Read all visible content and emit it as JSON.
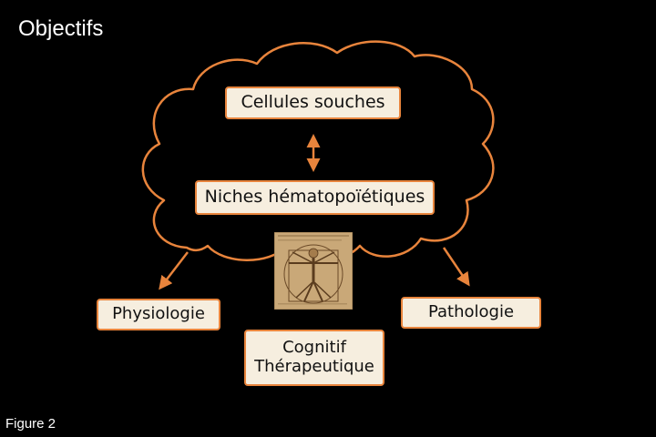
{
  "slide": {
    "title": "Objectifs",
    "caption": "Figure 2"
  },
  "diagram": {
    "center_top": "Cellules souches",
    "center_bottom": "Niches hématopoïétiques",
    "left_outcome": "Physiologie",
    "right_outcome": "Pathologie",
    "bottom_outcome_line1": "Cognitif",
    "bottom_outcome_line2": "Thérapeutique"
  },
  "colors": {
    "background": "#000000",
    "accent": "#e8843c",
    "box_fill": "#f6eedf",
    "text": "#ffffff"
  }
}
